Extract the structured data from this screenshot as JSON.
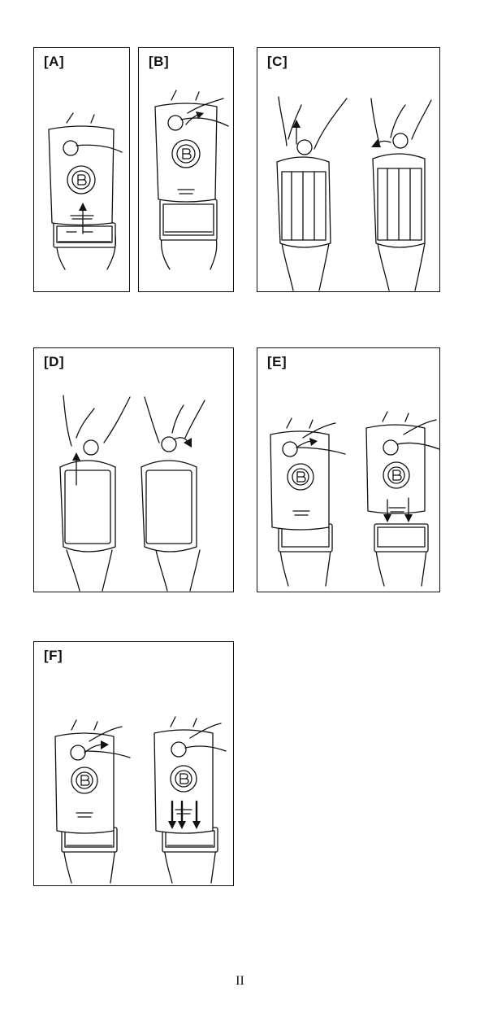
{
  "panels": [
    {
      "id": "A",
      "label": "[A]"
    },
    {
      "id": "B",
      "label": "[B]"
    },
    {
      "id": "C",
      "label": "[C]"
    },
    {
      "id": "D",
      "label": "[D]"
    },
    {
      "id": "E",
      "label": "[E]"
    },
    {
      "id": "F",
      "label": "[F]"
    }
  ],
  "page_number": "II"
}
